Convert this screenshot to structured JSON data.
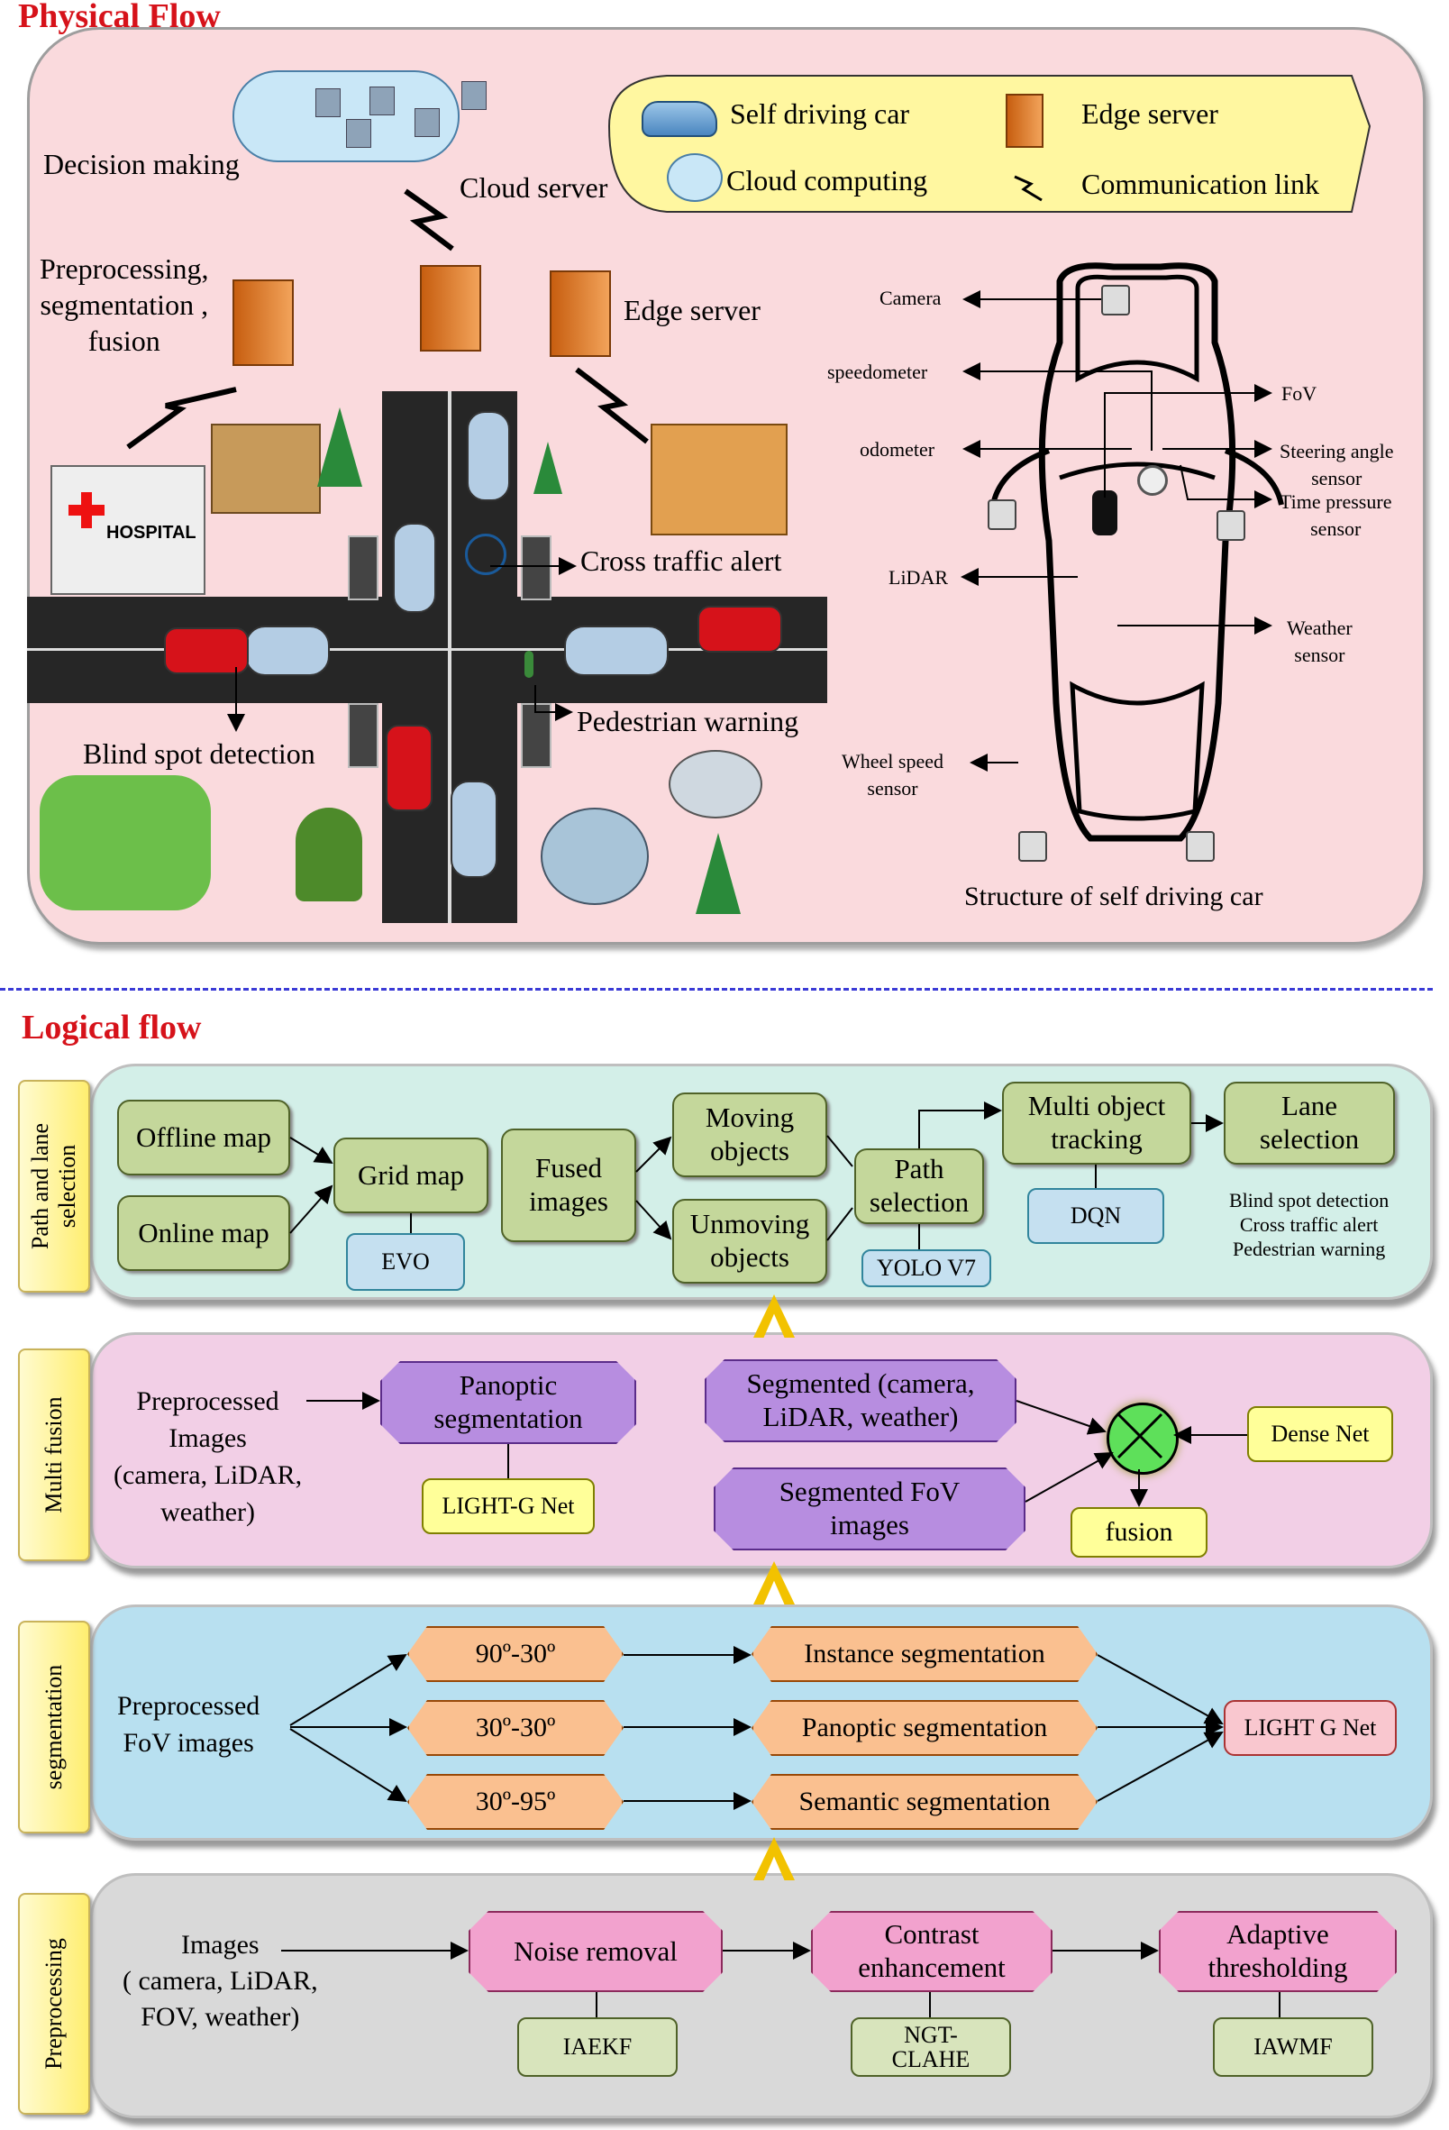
{
  "physical": {
    "title": "Physical Flow",
    "legend": {
      "self_driving_car": "Self driving car",
      "edge_server": "Edge server",
      "cloud_computing": "Cloud computing",
      "communication_link": "Communication link"
    },
    "decision_making": "Decision making",
    "cloud_server": "Cloud server",
    "preprocessing_lines": [
      "Preprocessing,",
      "segmentation ,",
      "fusion"
    ],
    "edge_server": "Edge server",
    "hospital": "HOSPITAL",
    "cross_traffic": "Cross traffic alert",
    "blind_spot": "Blind spot detection",
    "pedestrian": "Pedestrian warning",
    "car_structure": {
      "camera": "Camera",
      "speedometer": "speedometer",
      "fov": "FoV",
      "odometer": "odometer",
      "steering": [
        "Steering angle",
        "sensor"
      ],
      "tire": [
        "Time pressure",
        "sensor"
      ],
      "lidar": "LiDAR",
      "weather": [
        "Weather",
        "sensor"
      ],
      "wheel": [
        "Wheel speed",
        "sensor"
      ],
      "caption": "Structure of self driving car"
    }
  },
  "logical": {
    "title": "Logical flow",
    "path": {
      "label_lines": [
        "Path and lane",
        "selection"
      ],
      "offline_map": "Offline map",
      "online_map": "Online map",
      "grid_map": "Grid map",
      "evo": "EVO",
      "fused": [
        "Fused",
        "images"
      ],
      "moving": [
        "Moving",
        "objects"
      ],
      "unmoving": [
        "Unmoving",
        "objects"
      ],
      "path_selection": [
        "Path",
        "selection"
      ],
      "yolo": "YOLO V7",
      "mot": [
        "Multi object",
        "tracking"
      ],
      "dqn": "DQN",
      "lane": [
        "Lane",
        "selection"
      ],
      "notes": [
        "Blind spot detection",
        "Cross traffic alert",
        "Pedestrian warning"
      ]
    },
    "fusion": {
      "label": "Multi fusion",
      "pre_images": [
        "Preprocessed",
        "Images",
        "(camera, LiDAR,",
        "weather)"
      ],
      "panoptic": [
        "Panoptic",
        "segmentation"
      ],
      "light_g": "LIGHT-G Net",
      "segmented": [
        "Segmented (camera,",
        "LiDAR, weather)"
      ],
      "segmented_fov": [
        "Segmented FoV",
        "images"
      ],
      "dense": "Dense Net",
      "fusion": "fusion"
    },
    "segmentation": {
      "label": "segmentation",
      "pre_fov": [
        "Preprocessed",
        "FoV images"
      ],
      "angles": [
        "90º-30º",
        "30º-30º",
        "30º-95º"
      ],
      "instance": "Instance segmentation",
      "panoptic": "Panoptic segmentation",
      "semantic": "Semantic segmentation",
      "light_g": "LIGHT G Net"
    },
    "preprocessing": {
      "label": "Preprocessing",
      "images": [
        "Images",
        "( camera, LiDAR,",
        "FOV, weather)"
      ],
      "noise": "Noise removal",
      "contrast": [
        "Contrast",
        "enhancement"
      ],
      "adaptive": [
        "Adaptive",
        "thresholding"
      ],
      "iaekf": "IAEKF",
      "ngt": [
        "NGT-",
        "CLAHE"
      ],
      "iawmf": "IAWMF"
    }
  },
  "colors": {
    "title_red": "#d6121a",
    "physical_bg": "#fadadd",
    "path_band": "#d3efe8",
    "fusion_band": "#f2cfe6",
    "seg_band": "#b8e0f0",
    "pre_band": "#d9d9d9"
  }
}
